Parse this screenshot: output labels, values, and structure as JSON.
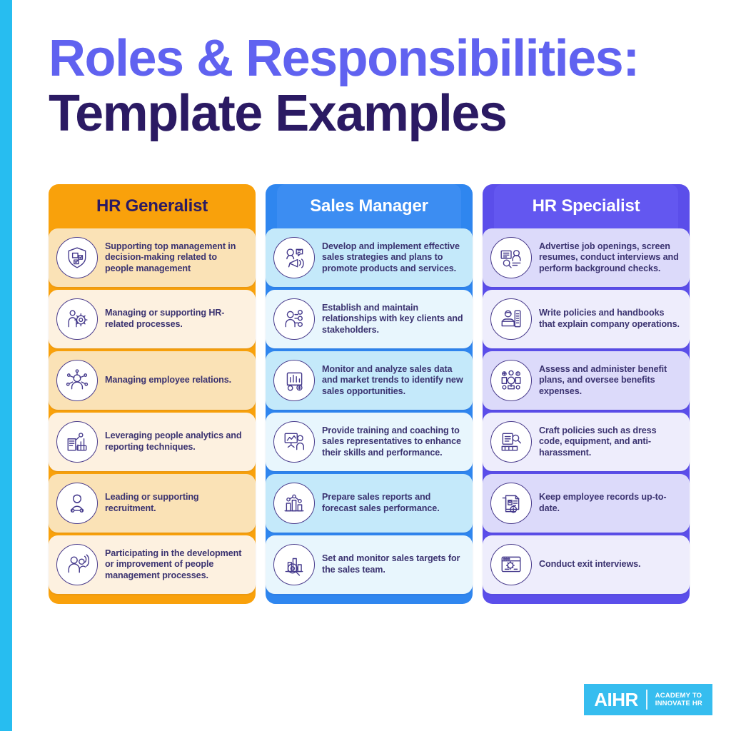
{
  "brand": {
    "accent_cyan": "#27BDF0",
    "title_violet": "#6062F0",
    "title_navy": "#2B1A63",
    "orange": "#F9A10B",
    "blue": "#2F86EF",
    "purple": "#5B4EEA"
  },
  "title": {
    "line1": "Roles & Responsibilities:",
    "line2": "Template Examples"
  },
  "columns": [
    {
      "header": "HR Generalist",
      "theme": "orange",
      "items": [
        {
          "icon": "shield-checklist-icon",
          "text": "Supporting top management in decision-making related to people management"
        },
        {
          "icon": "people-gear-icon",
          "text": "Managing or supporting HR-related processes."
        },
        {
          "icon": "employee-network-icon",
          "text": "Managing employee relations."
        },
        {
          "icon": "analytics-report-icon",
          "text": "Leveraging people analytics and reporting techniques."
        },
        {
          "icon": "recruitment-person-icon",
          "text": "Leading or supporting recruitment."
        },
        {
          "icon": "people-development-icon",
          "text": "Participating in the development or improvement of people management processes."
        }
      ]
    },
    {
      "header": "Sales Manager",
      "theme": "blue",
      "items": [
        {
          "icon": "megaphone-strategy-icon",
          "text": "Develop and implement effective sales strategies and plans to promote products and services."
        },
        {
          "icon": "client-relationship-icon",
          "text": "Establish and maintain relationships with key clients and stakeholders."
        },
        {
          "icon": "sales-data-chart-icon",
          "text": "Monitor and analyze sales data and market trends to identify new sales opportunities."
        },
        {
          "icon": "training-presentation-icon",
          "text": "Provide training and coaching to sales representatives to enhance their skills and performance."
        },
        {
          "icon": "sales-report-icon",
          "text": "Prepare sales reports and forecast sales performance."
        },
        {
          "icon": "target-magnifier-icon",
          "text": "Set and monitor sales targets for the sales team."
        }
      ]
    },
    {
      "header": "HR Specialist",
      "theme": "purple",
      "items": [
        {
          "icon": "job-posting-screen-icon",
          "text": "Advertise job openings, screen resumes, conduct interviews and perform background checks."
        },
        {
          "icon": "policy-handbook-icon",
          "text": "Write policies and handbooks that explain company operations."
        },
        {
          "icon": "benefits-plan-icon",
          "text": "Assess and administer benefit plans, and oversee benefits expenses."
        },
        {
          "icon": "policy-document-icon",
          "text": "Craft policies such as dress code, equipment, and anti-harassment."
        },
        {
          "icon": "employee-records-icon",
          "text": "Keep employee records up-to-date."
        },
        {
          "icon": "exit-interview-icon",
          "text": "Conduct exit interviews."
        }
      ]
    }
  ],
  "logo": {
    "mark": "AIHR",
    "tagline_line1": "ACADEMY TO",
    "tagline_line2": "INNOVATE HR"
  }
}
